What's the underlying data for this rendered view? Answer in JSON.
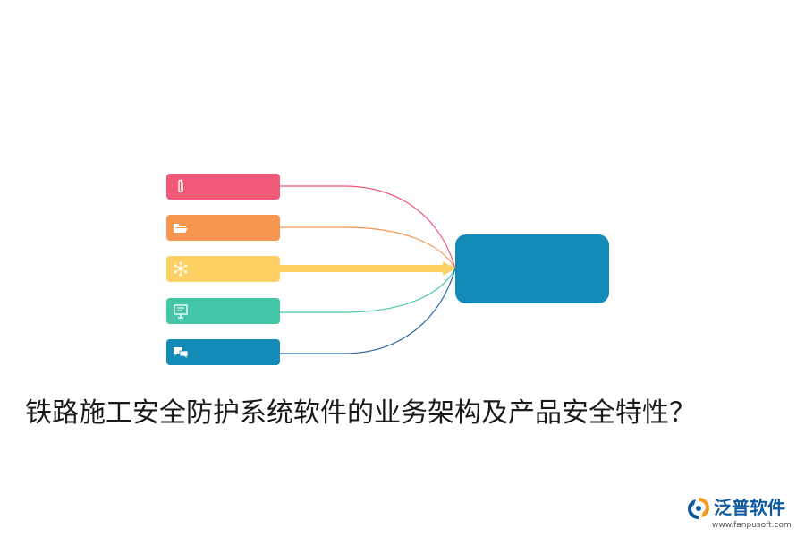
{
  "title": "铁路施工安全防护系统软件的业务架构及产品安全特性？",
  "diagram": {
    "hub": {
      "label": "",
      "color": "#128bb6"
    },
    "branches": [
      {
        "id": "attachment",
        "icon": "paperclip-icon",
        "color": "#f05a78",
        "label": ""
      },
      {
        "id": "folder",
        "icon": "folder-icon",
        "color": "#f7974f",
        "label": ""
      },
      {
        "id": "network",
        "icon": "network-icon",
        "color": "#fdd064",
        "label": ""
      },
      {
        "id": "presentation",
        "icon": "presentation-board-icon",
        "color": "#43c6a8",
        "label": ""
      },
      {
        "id": "chat",
        "icon": "chat-bubbles-icon",
        "color": "#128bb6",
        "label": ""
      }
    ]
  },
  "brand": {
    "name": "泛普软件",
    "url": "www.fanpusoft.com",
    "color": "#0e5aa0"
  }
}
